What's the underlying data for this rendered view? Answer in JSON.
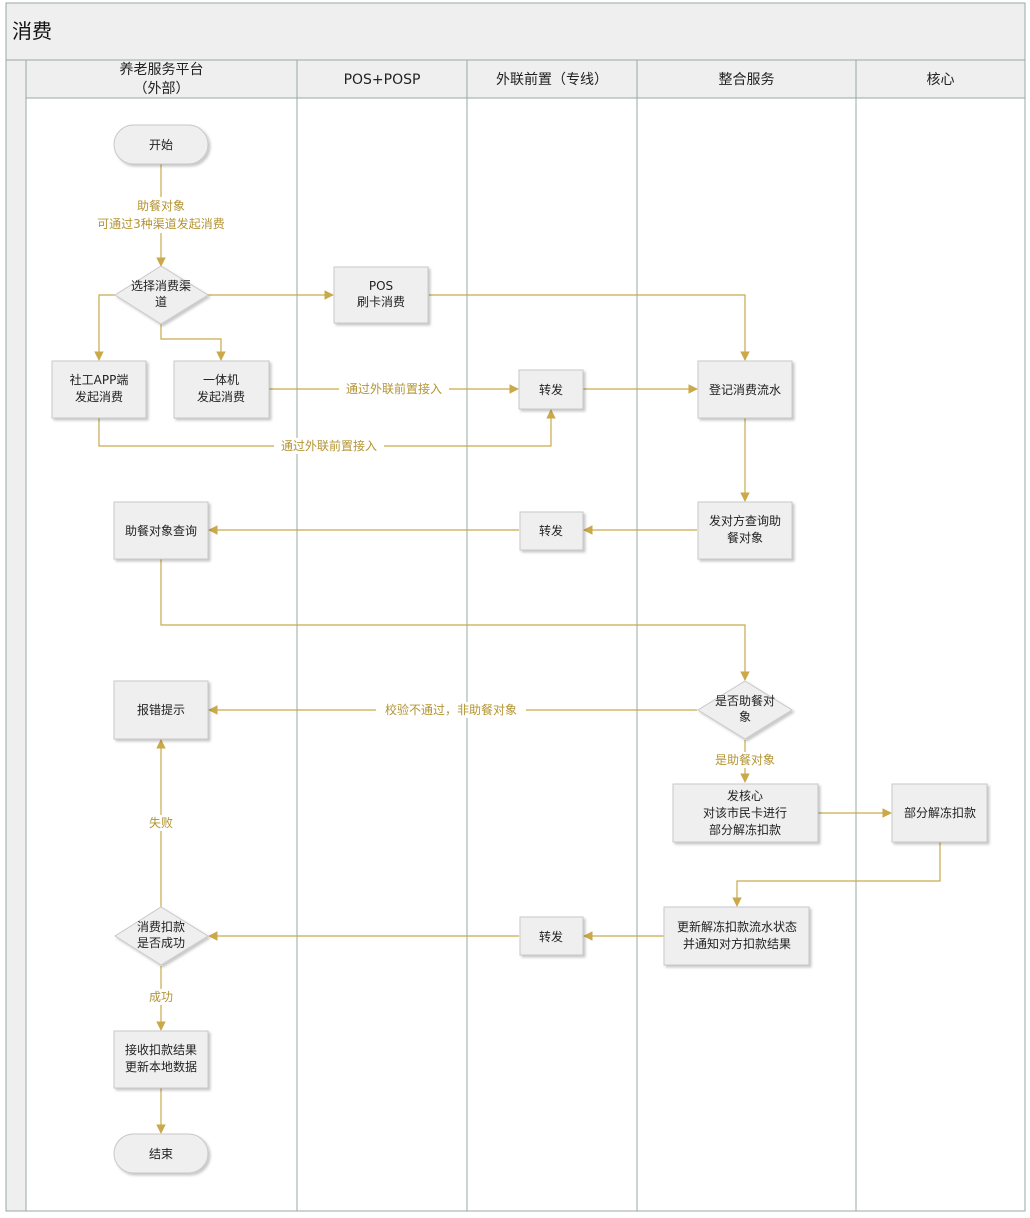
{
  "title": "消费",
  "lanes": [
    {
      "id": "platform",
      "label_lines": [
        "养老服务平台",
        "（外部）"
      ]
    },
    {
      "id": "pos",
      "label_lines": [
        "POS+POSP"
      ]
    },
    {
      "id": "front",
      "label_lines": [
        "外联前置（专线）"
      ]
    },
    {
      "id": "integration",
      "label_lines": [
        "整合服务"
      ]
    },
    {
      "id": "core",
      "label_lines": [
        "核心"
      ]
    }
  ],
  "nodes": [
    {
      "id": "start",
      "shape": "terminal",
      "lines": [
        "开始"
      ]
    },
    {
      "id": "choose",
      "shape": "diamond",
      "lines": [
        "选择消费渠",
        "道"
      ]
    },
    {
      "id": "pos_card",
      "shape": "box",
      "lines": [
        "POS",
        "刷卡消费"
      ]
    },
    {
      "id": "app",
      "shape": "box",
      "lines": [
        "社工APP端",
        "发起消费"
      ]
    },
    {
      "id": "kiosk",
      "shape": "box",
      "lines": [
        "一体机",
        "发起消费"
      ]
    },
    {
      "id": "fwd1",
      "shape": "box",
      "lines": [
        "转发"
      ]
    },
    {
      "id": "register",
      "shape": "box",
      "lines": [
        "登记消费流水"
      ]
    },
    {
      "id": "query_send",
      "shape": "box",
      "lines": [
        "发对方查询助",
        "餐对象"
      ]
    },
    {
      "id": "fwd2",
      "shape": "box",
      "lines": [
        "转发"
      ]
    },
    {
      "id": "query",
      "shape": "box",
      "lines": [
        "助餐对象查询"
      ]
    },
    {
      "id": "is_target",
      "shape": "diamond",
      "lines": [
        "是否助餐对",
        "象"
      ]
    },
    {
      "id": "error",
      "shape": "box",
      "lines": [
        "报错提示"
      ]
    },
    {
      "id": "send_core",
      "shape": "box",
      "lines": [
        "发核心",
        "对该市民卡进行",
        "部分解冻扣款"
      ]
    },
    {
      "id": "unfreeze",
      "shape": "box",
      "lines": [
        "部分解冻扣款"
      ]
    },
    {
      "id": "update",
      "shape": "box",
      "lines": [
        "更新解冻扣款流水状态",
        "并通知对方扣款结果"
      ]
    },
    {
      "id": "fwd3",
      "shape": "box",
      "lines": [
        "转发"
      ]
    },
    {
      "id": "success_q",
      "shape": "diamond",
      "lines": [
        "消费扣款",
        "是否成功"
      ]
    },
    {
      "id": "receive",
      "shape": "box",
      "lines": [
        "接收扣款结果",
        "更新本地数据"
      ]
    },
    {
      "id": "end",
      "shape": "terminal",
      "lines": [
        "结束"
      ]
    }
  ],
  "edge_labels": [
    {
      "id": "lbl_start",
      "lines": [
        "助餐对象",
        "可通过3种渠道发起消费"
      ]
    },
    {
      "id": "lbl_kiosk",
      "lines": [
        "通过外联前置接入"
      ]
    },
    {
      "id": "lbl_app",
      "lines": [
        "通过外联前置接入"
      ]
    },
    {
      "id": "lbl_fail_check",
      "lines": [
        "校验不通过，非助餐对象"
      ]
    },
    {
      "id": "lbl_is",
      "lines": [
        "是助餐对象"
      ]
    },
    {
      "id": "lbl_fail",
      "lines": [
        "失败"
      ]
    },
    {
      "id": "lbl_ok",
      "lines": [
        "成功"
      ]
    }
  ],
  "colors": {
    "edge": "#c9a94a",
    "edge_label": "#b39433",
    "node_fill": "#efefef",
    "node_stroke": "#c8c8c8",
    "lane_header": "#efefef",
    "lane_line": "#9aa8a0"
  }
}
